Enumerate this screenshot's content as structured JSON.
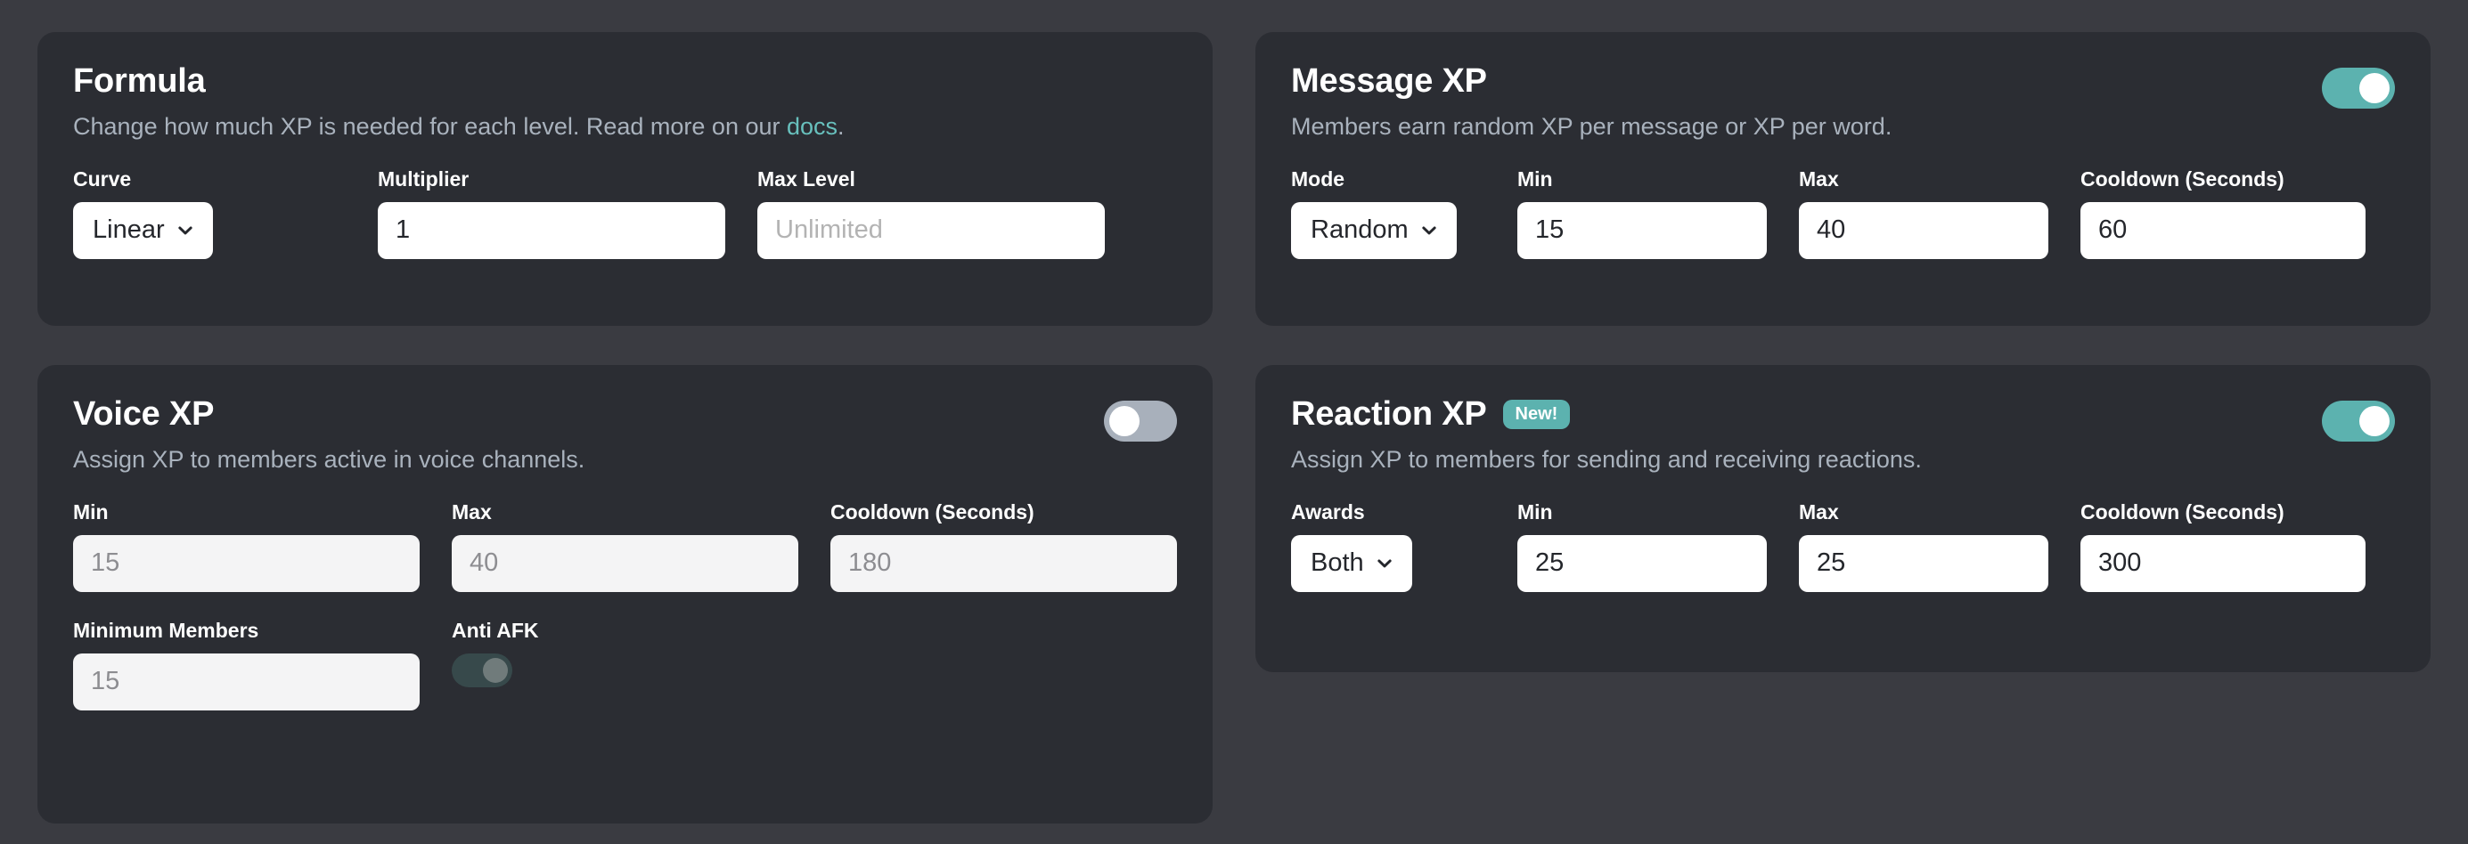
{
  "theme": {
    "page_bg": "#3a3b41",
    "card_bg": "#2b2d33",
    "accent": "#5cb2af",
    "link": "#68c0bd",
    "toggle_off": "#a8b0bb",
    "toggle_on_disabled": "#37494b",
    "text_primary": "#ffffff",
    "text_muted": "#a9b2bd"
  },
  "formula": {
    "title": "Formula",
    "description_before": "Change how much XP is needed for each level. Read more on our ",
    "link_label": "docs",
    "description_after": ".",
    "fields": {
      "curve": {
        "label": "Curve",
        "value": "Linear"
      },
      "multiplier": {
        "label": "Multiplier",
        "value": "1",
        "placeholder": ""
      },
      "max_level": {
        "label": "Max Level",
        "value": "",
        "placeholder": "Unlimited"
      }
    }
  },
  "message_xp": {
    "title": "Message XP",
    "description": "Members earn random XP per message or XP per word.",
    "enabled": true,
    "fields": {
      "mode": {
        "label": "Mode",
        "value": "Random"
      },
      "min": {
        "label": "Min",
        "value": "15",
        "placeholder": ""
      },
      "max": {
        "label": "Max",
        "value": "40",
        "placeholder": ""
      },
      "cooldown": {
        "label": "Cooldown (Seconds)",
        "value": "60",
        "placeholder": ""
      }
    }
  },
  "voice_xp": {
    "title": "Voice XP",
    "description": "Assign XP to members active in voice channels.",
    "enabled": false,
    "fields": {
      "min": {
        "label": "Min",
        "value": "",
        "placeholder": "15"
      },
      "max": {
        "label": "Max",
        "value": "",
        "placeholder": "40"
      },
      "cooldown": {
        "label": "Cooldown (Seconds)",
        "value": "",
        "placeholder": "180"
      },
      "minimum_members": {
        "label": "Minimum Members",
        "value": "",
        "placeholder": "15"
      },
      "anti_afk": {
        "label": "Anti AFK",
        "enabled": true,
        "disabled": true
      }
    }
  },
  "reaction_xp": {
    "title": "Reaction XP",
    "badge": "New!",
    "description": "Assign XP to members for sending and receiving reactions.",
    "enabled": true,
    "fields": {
      "awards": {
        "label": "Awards",
        "value": "Both"
      },
      "min": {
        "label": "Min",
        "value": "25",
        "placeholder": ""
      },
      "max": {
        "label": "Max",
        "value": "25",
        "placeholder": ""
      },
      "cooldown": {
        "label": "Cooldown (Seconds)",
        "value": "300",
        "placeholder": ""
      }
    }
  }
}
